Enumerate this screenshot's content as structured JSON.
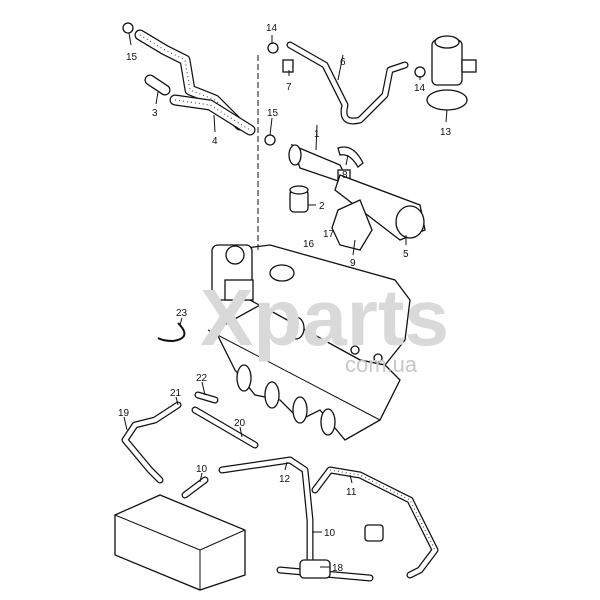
{
  "watermark": {
    "main": "Xparts",
    "sub": "com.ua"
  },
  "callouts": {
    "c15a": "15",
    "c14a": "14",
    "c6": "6",
    "c7": "7",
    "c3": "3",
    "c4": "4",
    "c15b": "15",
    "c1": "1",
    "c8": "8",
    "c14b": "14",
    "c13": "13",
    "c2": "2",
    "c16": "16",
    "c17": "17",
    "c9": "9",
    "c5": "5",
    "c23": "23",
    "c22": "22",
    "c21": "21",
    "c19": "19",
    "c20": "20",
    "c10a": "10",
    "c12": "12",
    "c11": "11",
    "c10b": "10",
    "c18": "18"
  }
}
